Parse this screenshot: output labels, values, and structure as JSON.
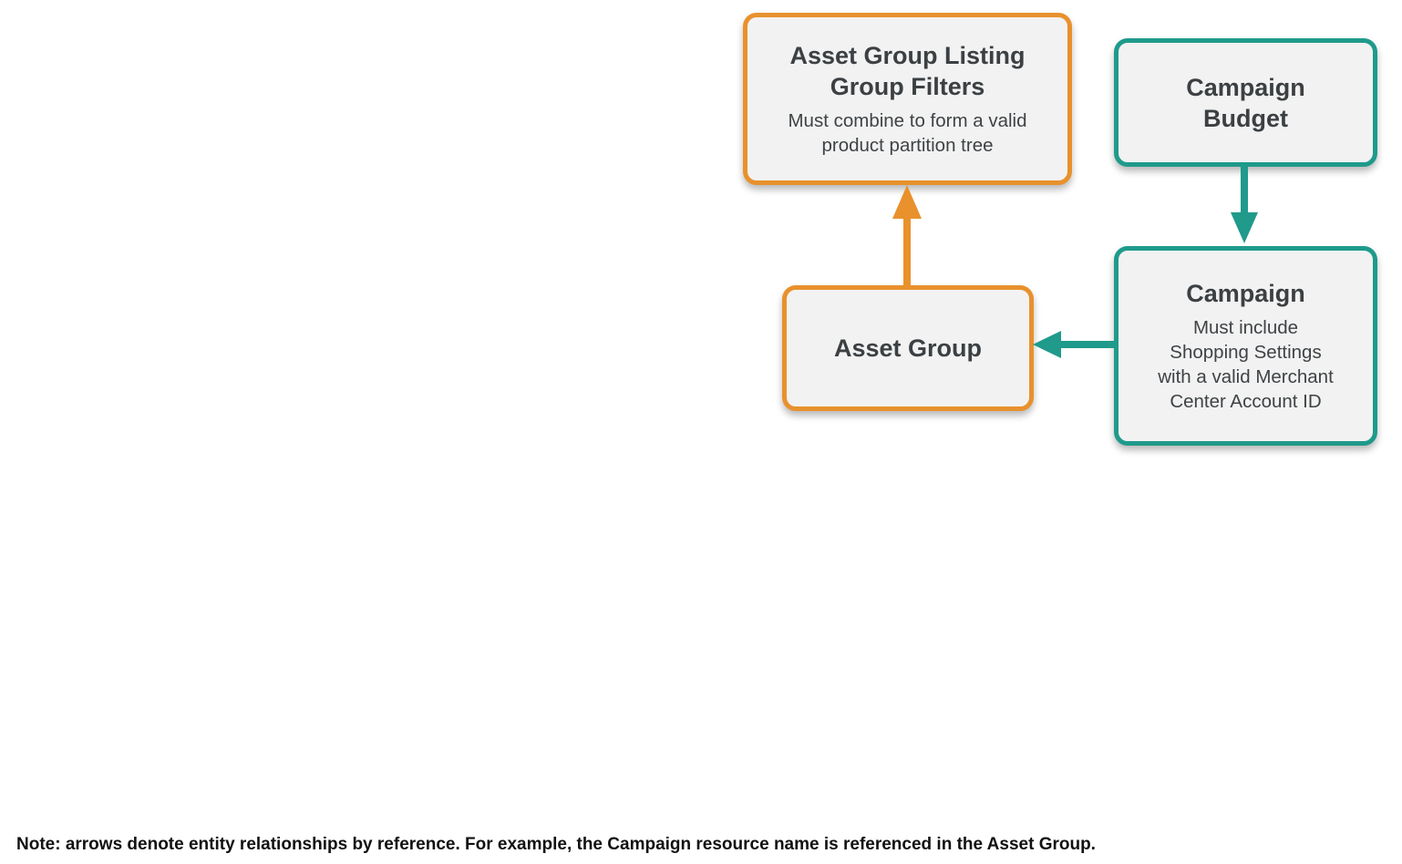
{
  "colors": {
    "orange": "#E8912D",
    "teal": "#1F9A8B",
    "box-bg": "#F2F2F2",
    "title-text": "#3C4043",
    "subtitle-text": "#3F4346",
    "note-text": "#111111"
  },
  "diagram": {
    "nodes": {
      "asset_group_listing_group_filters": {
        "title_lines": [
          "Asset Group Listing",
          "Group Filters"
        ],
        "subtitle_lines": [
          "Must combine to form a valid",
          "product partition tree"
        ],
        "accent": "orange"
      },
      "campaign_budget": {
        "title_lines": [
          "Campaign",
          "Budget"
        ],
        "accent": "teal"
      },
      "asset_group": {
        "title": "Asset Group",
        "accent": "orange"
      },
      "campaign": {
        "title": "Campaign",
        "subtitle_lines": [
          "Must include",
          "Shopping Settings",
          "with a valid Merchant",
          "Center Account ID"
        ],
        "accent": "teal"
      }
    },
    "edges": [
      {
        "from": "asset_group",
        "to": "asset_group_listing_group_filters",
        "color": "orange",
        "direction": "up"
      },
      {
        "from": "campaign_budget",
        "to": "campaign",
        "color": "teal",
        "direction": "down"
      },
      {
        "from": "campaign",
        "to": "asset_group",
        "color": "teal",
        "direction": "left"
      }
    ]
  },
  "note": "Note: arrows denote entity relationships by reference. For example, the Campaign resource name is referenced in the Asset Group."
}
